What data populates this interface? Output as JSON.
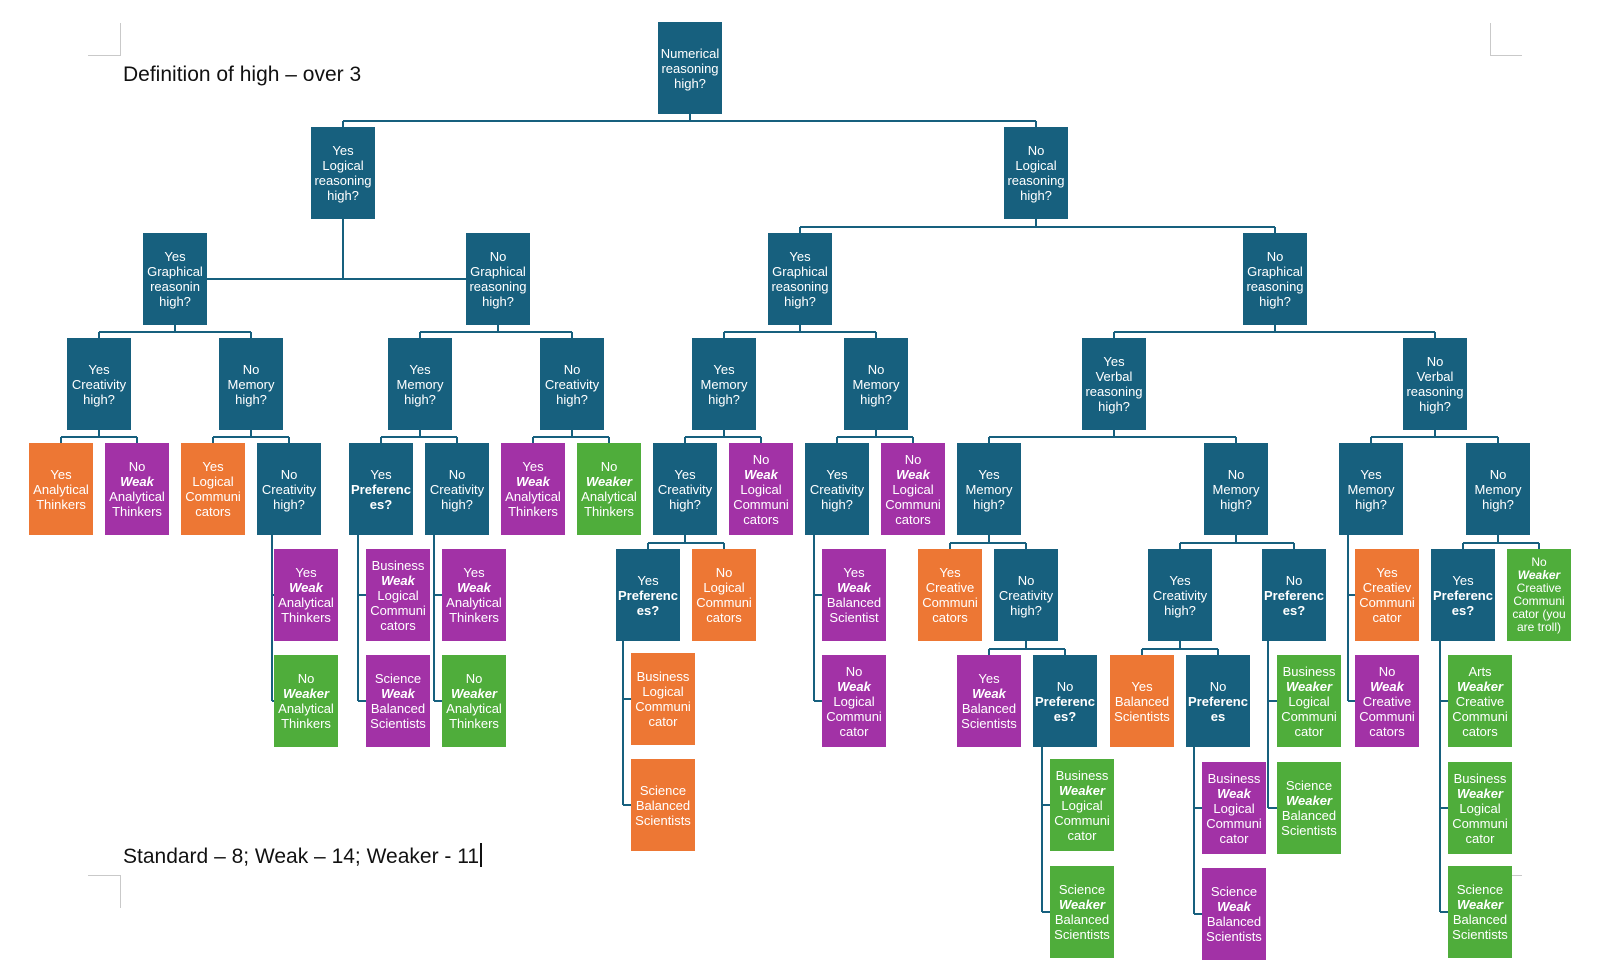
{
  "colors": {
    "question": "#17607e",
    "orange": "#ed7734",
    "purple": "#a232a6",
    "green": "#4fad3b",
    "line": "#17607e"
  },
  "captions": {
    "definition": "Definition of high – over 3",
    "counts": "Standard – 8; Weak – 14; Weaker - 11"
  },
  "nodes": [
    {
      "id": "root",
      "c": "q",
      "lines": [
        "Numerical",
        "reasoning",
        "high?"
      ]
    },
    {
      "id": "a1",
      "c": "q",
      "lines": [
        "Yes",
        "Logical",
        "reasoning",
        "high?"
      ]
    },
    {
      "id": "a2",
      "c": "q",
      "lines": [
        "No",
        "Logical",
        "reasoning",
        "high?"
      ]
    },
    {
      "id": "b1",
      "c": "q",
      "lines": [
        "Yes",
        "Graphical",
        "reasonin",
        "high?"
      ]
    },
    {
      "id": "b2",
      "c": "q",
      "lines": [
        "No",
        "Graphical",
        "reasoning",
        "high?"
      ]
    },
    {
      "id": "b3",
      "c": "q",
      "lines": [
        "Yes",
        "Graphical",
        "reasoning",
        "high?"
      ]
    },
    {
      "id": "b4",
      "c": "q",
      "lines": [
        "No",
        "Graphical",
        "reasoning",
        "high?"
      ]
    },
    {
      "id": "c1",
      "c": "q",
      "lines": [
        "Yes",
        "Creativity",
        "high?"
      ]
    },
    {
      "id": "c2",
      "c": "q",
      "lines": [
        "No",
        "Memory",
        "high?"
      ]
    },
    {
      "id": "c3",
      "c": "q",
      "lines": [
        "Yes",
        "Memory",
        "high?"
      ]
    },
    {
      "id": "c4",
      "c": "q",
      "lines": [
        "No",
        "Creativity",
        "high?"
      ]
    },
    {
      "id": "c5",
      "c": "q",
      "lines": [
        "Yes",
        "Memory",
        "high?"
      ]
    },
    {
      "id": "c6",
      "c": "q",
      "lines": [
        "No",
        "Memory",
        "high?"
      ]
    },
    {
      "id": "c7",
      "c": "q",
      "lines": [
        "Yes",
        "Verbal",
        "reasoning",
        "high?"
      ]
    },
    {
      "id": "c8",
      "c": "q",
      "lines": [
        "No",
        "Verbal",
        "reasoning",
        "high?"
      ]
    },
    {
      "id": "d1",
      "c": "o",
      "lines": [
        "Yes",
        "Analytical",
        "Thinkers"
      ]
    },
    {
      "id": "d2",
      "c": "p",
      "lines": [
        "No",
        "Weak",
        "Analytical",
        "Thinkers"
      ],
      "em": 1
    },
    {
      "id": "d3",
      "c": "o",
      "lines": [
        "Yes",
        "Logical",
        "Communi",
        "cators"
      ]
    },
    {
      "id": "d4",
      "c": "q",
      "lines": [
        "No",
        "Creativity",
        "high?"
      ]
    },
    {
      "id": "d5",
      "c": "q",
      "lines": [
        "Yes",
        "Preferenc",
        "es?"
      ],
      "strong": 1
    },
    {
      "id": "d6",
      "c": "q",
      "lines": [
        "No",
        "Creativity",
        "high?"
      ]
    },
    {
      "id": "d7",
      "c": "p",
      "lines": [
        "Yes",
        "Weak",
        "Analytical",
        "Thinkers"
      ],
      "em": 1
    },
    {
      "id": "d8",
      "c": "g",
      "lines": [
        "No",
        "Weaker",
        "Analytical",
        "Thinkers"
      ],
      "em": 1
    },
    {
      "id": "d9",
      "c": "q",
      "lines": [
        "Yes",
        "Creativity",
        "high?"
      ]
    },
    {
      "id": "d10",
      "c": "p",
      "lines": [
        "No",
        "Weak",
        "Logical",
        "Communi",
        "cators"
      ],
      "em": 1
    },
    {
      "id": "d11",
      "c": "q",
      "lines": [
        "Yes",
        "Creativity",
        "high?"
      ]
    },
    {
      "id": "d12",
      "c": "p",
      "lines": [
        "No",
        "Weak",
        "Logical",
        "Communi",
        "cators"
      ],
      "em": 1
    },
    {
      "id": "d13",
      "c": "q",
      "lines": [
        "Yes",
        "Memory",
        "high?"
      ]
    },
    {
      "id": "d14",
      "c": "q",
      "lines": [
        "No",
        "Memory",
        "high?"
      ]
    },
    {
      "id": "d15",
      "c": "q",
      "lines": [
        "Yes",
        "Memory",
        "high?"
      ]
    },
    {
      "id": "d16",
      "c": "q",
      "lines": [
        "No",
        "Memory",
        "high?"
      ]
    },
    {
      "id": "e1",
      "c": "p",
      "lines": [
        "Yes",
        "Weak",
        "Analytical",
        "Thinkers"
      ],
      "em": 1
    },
    {
      "id": "e2",
      "c": "g",
      "lines": [
        "No",
        "Weaker",
        "Analytical",
        "Thinkers"
      ],
      "em": 1
    },
    {
      "id": "e3",
      "c": "p",
      "lines": [
        "Business",
        "Weak",
        "Logical",
        "Communi",
        "cators"
      ],
      "em": 1
    },
    {
      "id": "e4",
      "c": "p",
      "lines": [
        "Science",
        "Weak",
        "Balanced",
        "Scientists"
      ],
      "em": 1
    },
    {
      "id": "e5",
      "c": "p",
      "lines": [
        "Yes",
        "Weak",
        "Analytical",
        "Thinkers"
      ],
      "em": 1
    },
    {
      "id": "e6",
      "c": "g",
      "lines": [
        "No",
        "Weaker",
        "Analytical",
        "Thinkers"
      ],
      "em": 1
    },
    {
      "id": "e7",
      "c": "q",
      "lines": [
        "Yes",
        "Preferenc",
        "es?"
      ],
      "strong": 1
    },
    {
      "id": "e8",
      "c": "o",
      "lines": [
        "No",
        "Logical",
        "Communi",
        "cators"
      ]
    },
    {
      "id": "e9",
      "c": "o",
      "lines": [
        "Business",
        "Logical",
        "Communi",
        "cator"
      ]
    },
    {
      "id": "e10",
      "c": "o",
      "lines": [
        "Science",
        "Balanced",
        "Scientists"
      ]
    },
    {
      "id": "e11",
      "c": "p",
      "lines": [
        "Yes",
        "Weak",
        "Balanced",
        "Scientist"
      ],
      "em": 1
    },
    {
      "id": "e12",
      "c": "p",
      "lines": [
        "No",
        "Weak",
        "Logical",
        "Communi",
        "cator"
      ],
      "em": 1
    },
    {
      "id": "e13",
      "c": "o",
      "lines": [
        "Yes",
        "Creative",
        "Communi",
        "cators"
      ]
    },
    {
      "id": "e14",
      "c": "q",
      "lines": [
        "No",
        "Creativity",
        "high?"
      ]
    },
    {
      "id": "e15",
      "c": "p",
      "lines": [
        "Yes",
        "Weak",
        "Balanced",
        "Scientists"
      ],
      "em": 1
    },
    {
      "id": "e16",
      "c": "q",
      "lines": [
        "No",
        "Preferenc",
        "es?"
      ],
      "strong": 1
    },
    {
      "id": "e17",
      "c": "g",
      "lines": [
        "Business",
        "Weaker",
        "Logical",
        "Communi",
        "cator"
      ],
      "em": 1
    },
    {
      "id": "e18",
      "c": "g",
      "lines": [
        "Science",
        "Weaker",
        "Balanced",
        "Scientists"
      ],
      "em": 1
    },
    {
      "id": "e19",
      "c": "q",
      "lines": [
        "Yes",
        "Creativity",
        "high?"
      ]
    },
    {
      "id": "e20",
      "c": "q",
      "lines": [
        "No",
        "Preferenc",
        "es?"
      ],
      "strong": 1
    },
    {
      "id": "e21",
      "c": "o",
      "lines": [
        "Yes",
        "Balanced",
        "Scientists"
      ]
    },
    {
      "id": "e22",
      "c": "q",
      "lines": [
        "No",
        "Preferenc",
        "es"
      ],
      "strong": 1
    },
    {
      "id": "e23",
      "c": "p",
      "lines": [
        "Business",
        "Weak",
        "Logical",
        "Communi",
        "cator"
      ],
      "em": 1
    },
    {
      "id": "e24",
      "c": "p",
      "lines": [
        "Science",
        "Weak",
        "Balanced",
        "Scientists"
      ],
      "em": 1
    },
    {
      "id": "e25",
      "c": "g",
      "lines": [
        "Business",
        "Weaker",
        "Logical",
        "Communi",
        "cator"
      ],
      "em": 1
    },
    {
      "id": "e26",
      "c": "g",
      "lines": [
        "Science",
        "Weaker",
        "Balanced",
        "Scientists"
      ],
      "em": 1
    },
    {
      "id": "e27",
      "c": "o",
      "lines": [
        "Yes",
        "Creatiev",
        "Communi",
        "cator"
      ]
    },
    {
      "id": "e28",
      "c": "p",
      "lines": [
        "No",
        "Weak",
        "Creative",
        "Communi",
        "cators"
      ],
      "em": 1
    },
    {
      "id": "e29",
      "c": "q",
      "lines": [
        "Yes",
        "Preferenc",
        "es?"
      ],
      "strong": 1
    },
    {
      "id": "e30",
      "c": "g",
      "lines": [
        "No",
        "Weaker",
        "Creative",
        "Communi",
        "cator (you",
        "are troll)"
      ],
      "em": 1
    },
    {
      "id": "e31",
      "c": "g",
      "lines": [
        "Arts",
        "Weaker",
        "Creative",
        "Communi",
        "cators"
      ],
      "em": 1
    },
    {
      "id": "e32",
      "c": "g",
      "lines": [
        "Business",
        "Weaker",
        "Logical",
        "Communi",
        "cator"
      ],
      "em": 1
    },
    {
      "id": "e33",
      "c": "g",
      "lines": [
        "Science",
        "Weaker",
        "Balanced",
        "Scientists"
      ],
      "em": 1
    }
  ]
}
